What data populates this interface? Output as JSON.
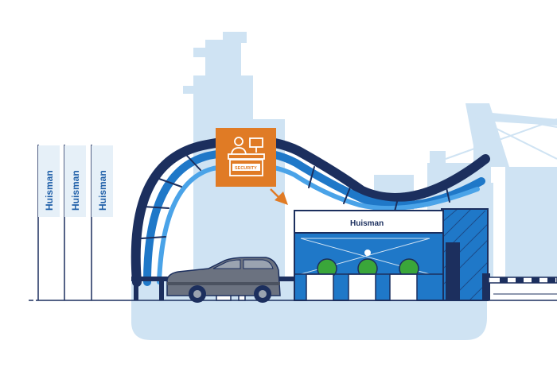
{
  "brand": {
    "name": "Huisman"
  },
  "flags": [
    {
      "text": "Huisman"
    },
    {
      "text": "Huisman"
    },
    {
      "text": "Huisman"
    }
  ],
  "building": {
    "sign_text": "Huisman"
  },
  "security_callout": {
    "label": "SECURITY",
    "icon": "security-desk-icon"
  },
  "colors": {
    "background": "#ffffff",
    "silhouette": "#cfe3f3",
    "navy": "#1c2f5e",
    "blue": "#1f78c8",
    "light_blue": "#4aa3e8",
    "orange": "#e07b25",
    "green": "#3aa63a",
    "car": "#6b7280"
  }
}
